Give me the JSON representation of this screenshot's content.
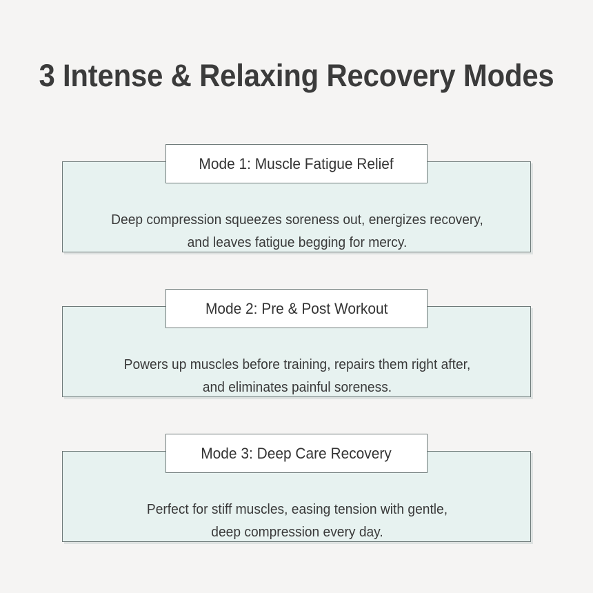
{
  "page": {
    "title": "3 Intense & Relaxing Recovery Modes",
    "background_color": "#f5f4f3",
    "card_fill_color": "#e7f2f0",
    "card_border_color": "#6e7a79",
    "header_fill_color": "#ffffff",
    "text_color": "#3a3a3a"
  },
  "modes": [
    {
      "header": "Mode 1: Muscle Fatigue Relief",
      "description_line1": "Deep compression squeezes soreness out, energizes recovery,",
      "description_line2": "and leaves fatigue begging for mercy."
    },
    {
      "header": "Mode 2: Pre & Post Workout",
      "description_line1": "Powers up muscles before training, repairs them right after,",
      "description_line2": "and eliminates painful soreness."
    },
    {
      "header": "Mode 3: Deep Care Recovery",
      "description_line1": "Perfect for stiff muscles, easing tension with gentle,",
      "description_line2": "deep compression every day."
    }
  ]
}
